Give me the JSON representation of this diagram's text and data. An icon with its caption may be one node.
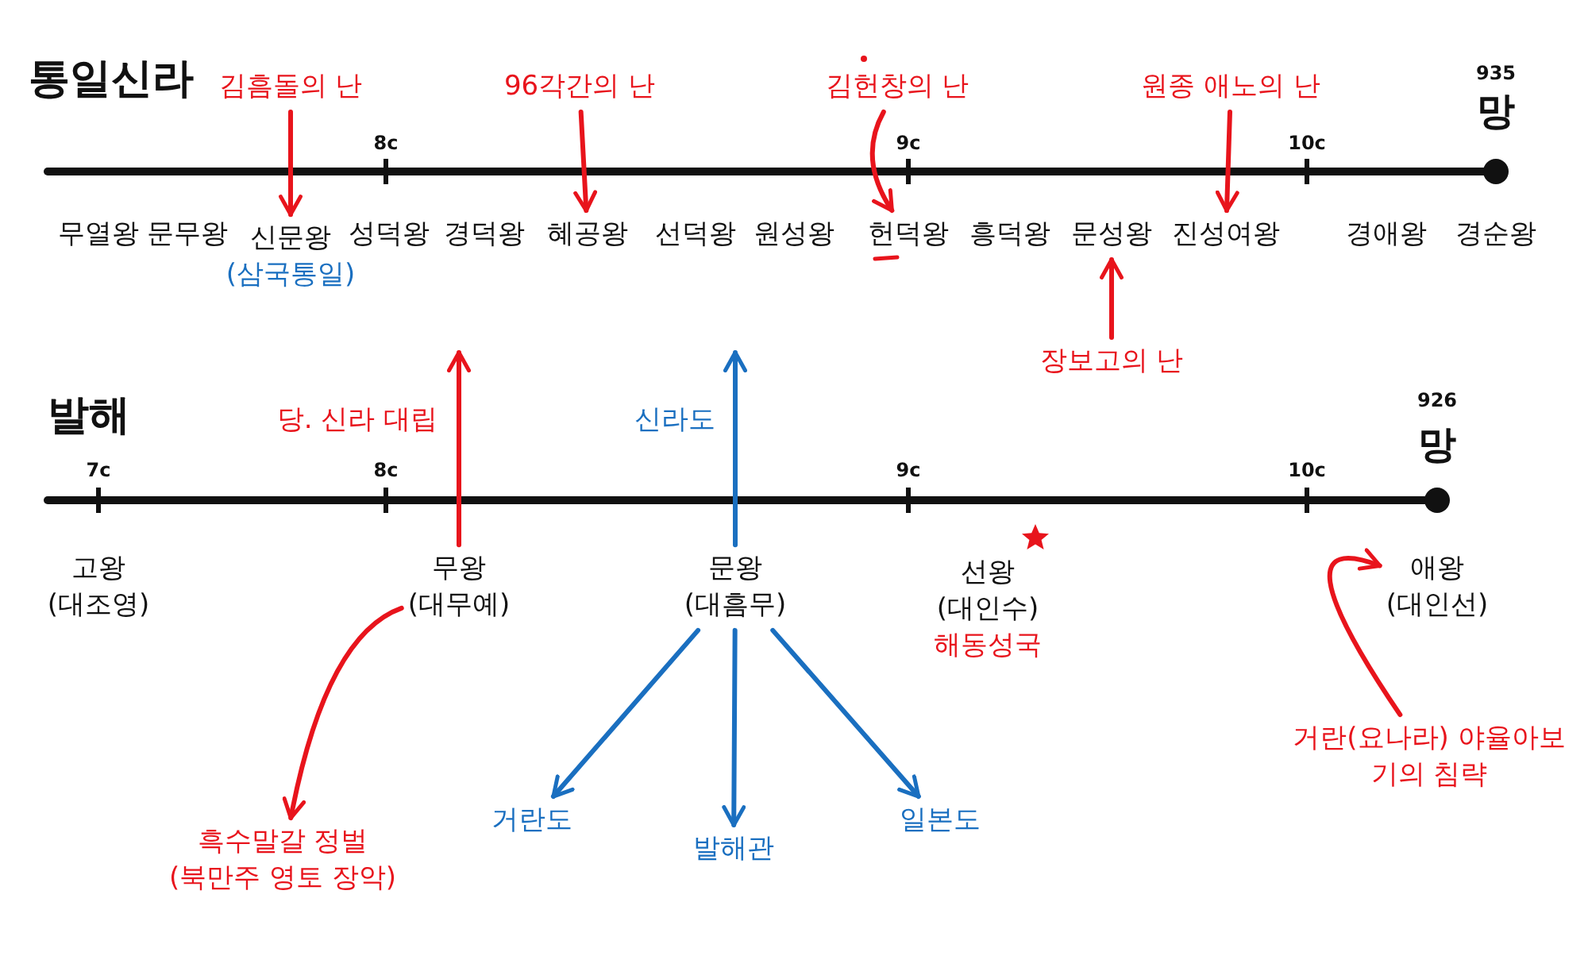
{
  "diagram": {
    "nodes": [
      {
        "text": [
          "김흠돌의 난"
        ]
      },
      {
        "text": [
          "96각간의 난"
        ]
      },
      {
        "text": [
          "김헌창의 난"
        ]
      },
      {
        "text": [
          "원종 애노의 난"
        ]
      },
      {
        "text": [
          "무열왕"
        ]
      },
      {
        "text": [
          "문무왕"
        ]
      },
      {
        "text": [
          "신문왕"
        ],
        "beside": [
          "(삼국통일)"
        ]
      },
      {
        "text": [
          "성덕왕"
        ]
      },
      {
        "text": [
          "경덕왕"
        ]
      },
      {
        "text": [
          "혜공왕"
        ]
      },
      {
        "text": [
          "선덕왕"
        ]
      },
      {
        "text": [
          "원성왕"
        ]
      },
      {
        "text": [
          "헌덕왕"
        ]
      },
      {
        "text": [
          "흥덕왕"
        ]
      },
      {
        "text": [
          "문성왕"
        ]
      },
      {
        "text": [
          "진성여왕"
        ]
      },
      {
        "text": [
          "경애왕"
        ]
      },
      {
        "text": [
          "경순왕"
        ]
      },
      {
        "text": [
          "장보고의 난"
        ]
      },
      {
        "text": [
          "고왕",
          "(대조영)"
        ]
      },
      {
        "text": [
          "무왕",
          "(대무예)"
        ]
      },
      {
        "text": [
          "문왕",
          "(대흠무)"
        ]
      },
      {
        "text": [
          "선왕",
          "(대인수)"
        ],
        "beside": [
          "해동성국"
        ]
      },
      {
        "text": [
          "애왕",
          "(대인선)"
        ]
      },
      {
        "text": [
          "흑수말갈 정벌",
          "(북만주 영토 장악)"
        ]
      },
      {
        "text": [
          "거란도"
        ]
      },
      {
        "text": [
          "발해관"
        ]
      },
      {
        "text": [
          "일본도"
        ]
      },
      {
        "text": [
          "거란(요나라) 야율아보기의 침략"
        ]
      }
    ],
    "edges": [
      {
        "from": 0,
        "to": 6,
        "arrow": "to"
      },
      {
        "from": 1,
        "to": 9,
        "arrow": "to"
      },
      {
        "from": 2,
        "to": 12,
        "arrow": "to"
      },
      {
        "from": 3,
        "to": 15,
        "arrow": "to"
      },
      {
        "from": 18,
        "to": 14,
        "arrow": "to"
      },
      {
        "from": 20,
        "to": null,
        "arrow": "to",
        "label": "당. 신라 대립"
      },
      {
        "from": 21,
        "to": null,
        "arrow": "to",
        "label": "신라도",
        "color": "#1a6fc0"
      },
      {
        "from": 20,
        "to": 24,
        "arrow": "to"
      },
      {
        "from": 21,
        "to": 25,
        "arrow": "to",
        "color": "#1a6fc0"
      },
      {
        "from": 21,
        "to": 26,
        "arrow": "to",
        "color": "#1a6fc0"
      },
      {
        "from": 21,
        "to": 27,
        "arrow": "to",
        "color": "#1a6fc0"
      },
      {
        "from": 28,
        "to": 23,
        "arrow": "to"
      }
    ],
    "labels": [
      "통일신라",
      "8c",
      "9c",
      "10c",
      "935",
      "망",
      "발해",
      "7c",
      "8c",
      "9c",
      "10c",
      "926",
      "망"
    ]
  }
}
